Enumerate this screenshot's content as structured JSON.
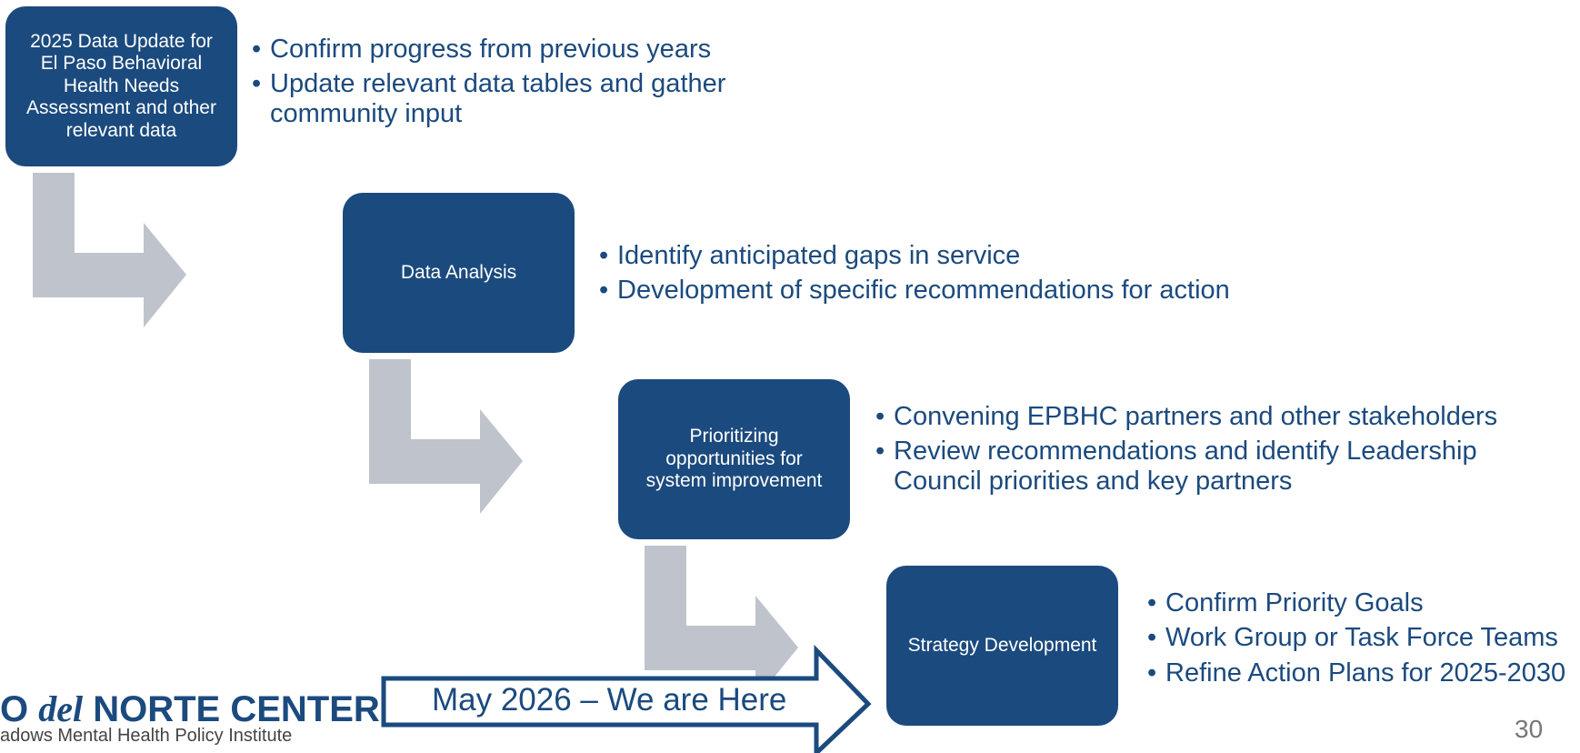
{
  "steps": [
    {
      "box_lines": [
        "2025 Data Update for",
        "El Paso Behavioral",
        "Health Needs",
        "Assessment and other",
        "relevant data"
      ],
      "bullets": [
        "Confirm progress from previous years",
        "Update relevant data tables and gather community input"
      ]
    },
    {
      "box_lines": [
        "Data Analysis"
      ],
      "bullets": [
        "Identify anticipated gaps in service",
        "Development of specific recommendations for action"
      ]
    },
    {
      "box_lines": [
        "Prioritizing",
        "opportunities for",
        "system improvement"
      ],
      "bullets": [
        "Convening EPBHC partners and other stakeholders",
        "Review recommendations and identify Leadership Council priorities and key partners"
      ]
    },
    {
      "box_lines": [
        "Strategy Development"
      ],
      "bullets": [
        "Confirm Priority Goals",
        "Work Group or Task Force Teams",
        "Refine Action Plans for 2025-2030"
      ]
    }
  ],
  "callout": {
    "text": "May 2026 – We are Here"
  },
  "logo": {
    "part1": "O ",
    "part2": "del",
    "part3": " NORTE CENTER",
    "subtitle": "adows Mental Health Policy Institute"
  },
  "page_number": "30",
  "colors": {
    "box": "#1b4a7e",
    "connector": "#bfc3cc",
    "text": "#1b4a7e"
  }
}
